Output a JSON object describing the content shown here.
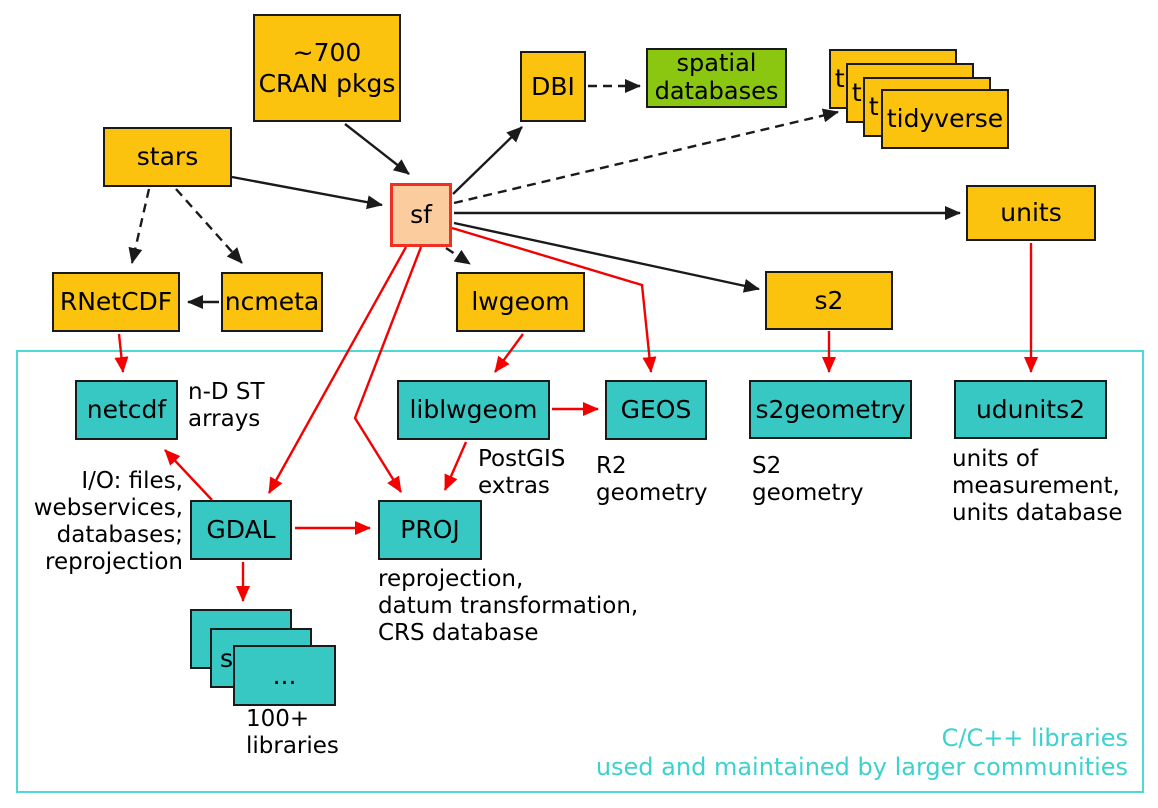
{
  "colors": {
    "r_package": "#FBC20E",
    "database": "#8BC611",
    "c_library": "#38C8C4",
    "sf_fill": "#FBCC9E",
    "sf_border": "#F03022",
    "arrow_red": "#F40000",
    "arrow_black": "#1A1A1A",
    "frame": "#4ED9D6",
    "frame_text": "#3DD2CE"
  },
  "nodes": {
    "cran": {
      "label": "~700\nCRAN pkgs"
    },
    "stars": {
      "label": "stars"
    },
    "dbi": {
      "label": "DBI"
    },
    "spatial_databases": {
      "label": "spatial\ndatabases"
    },
    "tidyverse": {
      "label": "tidyverse"
    },
    "units": {
      "label": "units"
    },
    "rnetcdf": {
      "label": "RNetCDF"
    },
    "ncmeta": {
      "label": "ncmeta"
    },
    "sf": {
      "label": "sf"
    },
    "lwgeom": {
      "label": "lwgeom"
    },
    "s2": {
      "label": "s2"
    },
    "netcdf": {
      "label": "netcdf"
    },
    "liblwgeom": {
      "label": "liblwgeom"
    },
    "geos": {
      "label": "GEOS"
    },
    "s2geometry": {
      "label": "s2geometry"
    },
    "udunits2": {
      "label": "udunits2"
    },
    "gdal": {
      "label": "GDAL"
    },
    "proj": {
      "label": "PROJ"
    },
    "library_stack_front": {
      "label": "..."
    },
    "library_stack_mid_fragment": {
      "label": "s"
    }
  },
  "annotations": {
    "netcdf_note": "n-D ST\narrays",
    "gdal_note": "I/O: files,\nwebservices,\ndatabases;\nreprojection",
    "liblwgeom_note": "PostGIS\nextras",
    "geos_note": "R2\ngeometry",
    "s2geometry_note": "S2\ngeometry",
    "udunits2_note": "units of\nmeasurement,\nunits database",
    "proj_note": "reprojection,\ndatum transformation,\nCRS database",
    "stack_note": "100+\nlibraries",
    "frame_note": "C/C++ libraries\nused and maintained by larger communities"
  }
}
